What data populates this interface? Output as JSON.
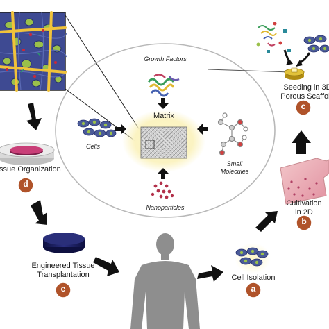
{
  "center": {
    "matrix": "Matrix",
    "growth_factors": "Growth Factors",
    "cells": "Cells",
    "small_molecules_1": "Small",
    "small_molecules_2": "Molecules",
    "nanoparticles": "Nanoparticles"
  },
  "steps": {
    "a": {
      "letter": "a",
      "label": "Cell Isolation"
    },
    "b": {
      "letter": "b",
      "label_1": "Cultivation",
      "label_2": "in 2D"
    },
    "c": {
      "letter": "c",
      "label_1": "Seeding in 3D",
      "label_2": "Porous Scaffold"
    },
    "d": {
      "letter": "d",
      "label": "Tissue Organization"
    },
    "e": {
      "letter": "e",
      "label_1": "Engineered Tissue",
      "label_2": "Transplantation"
    }
  },
  "colors": {
    "badge": "#b0532a",
    "arrow": "#111111",
    "ellipse_stroke": "#b8b8b8",
    "glow": "#fbf5c8",
    "cell_body": "#3d4f8c",
    "cell_nucleus": "#9ac04a",
    "nanoparticle": "#b2304a",
    "tissue_bg": "#3e4a92",
    "fiber": "#f0c23a",
    "silhouette": "#8e8e8e",
    "petri_tissue": "#c93f78",
    "flask": "#e8a8ad",
    "disc": "#1c1f5e",
    "scaffold": "#d8b62a"
  }
}
